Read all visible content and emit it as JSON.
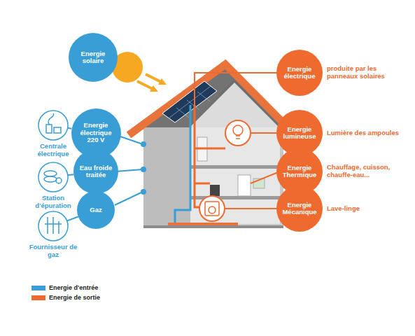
{
  "diagram": {
    "nodes": [
      {
        "text": [
          "Energie solaire"
        ]
      },
      {
        "text": [
          "Centrale électrique"
        ]
      },
      {
        "text": [
          "Energie électrique 220 V"
        ]
      },
      {
        "text": [
          "Station d'épuration"
        ]
      },
      {
        "text": [
          "Eau froide traitée"
        ]
      },
      {
        "text": [
          "Fournisseur de gaz"
        ]
      },
      {
        "text": [
          "Gaz"
        ]
      },
      {
        "text": [
          "Energie électrique",
          "produite par les panneaux solaires"
        ]
      },
      {
        "text": [
          "Energie lumineuse",
          "Lumière des ampoules"
        ]
      },
      {
        "text": [
          "Energie Thermique",
          "Chauffage, cuisson, chauffe-eau..."
        ]
      },
      {
        "text": [
          "Energie Mécanique",
          "Lave-linge"
        ]
      }
    ],
    "edges": [
      {
        "from": 1,
        "to": 2,
        "arrow": "none"
      },
      {
        "from": 3,
        "to": 4,
        "arrow": "none"
      },
      {
        "from": 5,
        "to": 6,
        "arrow": "none"
      }
    ],
    "legend": [
      {
        "text": "Energie d'entrée",
        "color": "#3a9ed6"
      },
      {
        "text": "Energie de sortie",
        "color": "#ee6a2f"
      }
    ]
  }
}
